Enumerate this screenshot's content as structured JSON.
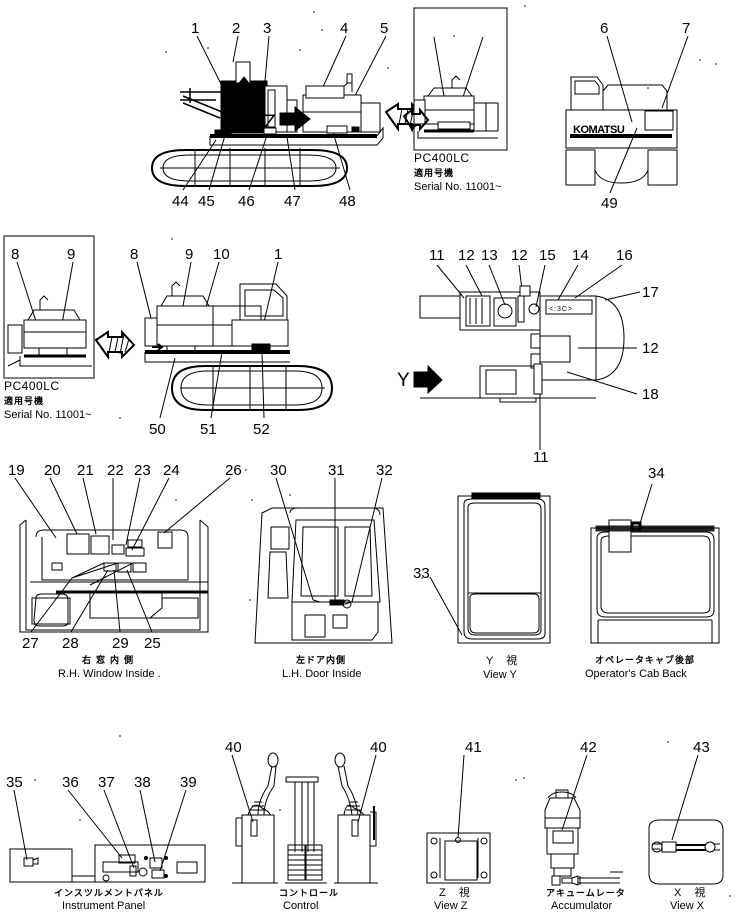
{
  "document": {
    "type": "parts-catalog-illustration",
    "machine_model": "PC400LC",
    "ink_color": "#000000",
    "paper_color": "#ffffff"
  },
  "inset_boxes": [
    {
      "id": "inset-top",
      "model": "PC400LC",
      "jp_label": "適用号機",
      "serial_label": "Serial No. 11001~",
      "callouts": [
        "4",
        "5"
      ]
    },
    {
      "id": "inset-mid",
      "model": "PC400LC",
      "jp_label": "適用号機",
      "serial_label": "Serial No. 11001~",
      "callouts": [
        "8",
        "9"
      ]
    }
  ],
  "panels": [
    {
      "id": "machine-side-view",
      "jp_caption": "",
      "en_caption": "",
      "view_markers": [
        "X",
        "Z"
      ],
      "callouts_top": [
        "1",
        "2",
        "3",
        "4",
        "5"
      ],
      "callouts_bottom": [
        "44",
        "45",
        "46",
        "47",
        "48"
      ]
    },
    {
      "id": "machine-front-view",
      "jp_caption": "",
      "en_caption": "",
      "brand_text": "KOMATSU",
      "callouts_top": [
        "6",
        "7"
      ],
      "callouts_bottom": [
        "49"
      ]
    },
    {
      "id": "machine-side-view-2",
      "jp_caption": "",
      "en_caption": "",
      "callouts_top": [
        "8",
        "9",
        "10",
        "1"
      ],
      "callouts_bottom": [
        "50",
        "51",
        "52"
      ]
    },
    {
      "id": "cab-interior-view-y",
      "jp_caption": "",
      "en_caption": "",
      "view_marker": "Y",
      "callouts_top": [
        "11",
        "12",
        "13",
        "12",
        "15",
        "14",
        "16"
      ],
      "callouts_right": [
        "17",
        "12",
        "18"
      ],
      "callouts_bottom": [
        "11"
      ]
    },
    {
      "id": "rh-window-inside",
      "jp_caption": "右窓内側",
      "en_caption": "R.H. Window Inside .",
      "callouts_top": [
        "19",
        "20",
        "21",
        "22",
        "23",
        "24",
        "26"
      ],
      "callouts_bottom": [
        "27",
        "28",
        "29",
        "25"
      ]
    },
    {
      "id": "lh-door-inside",
      "jp_caption": "左ドア内側",
      "en_caption": "L.H. Door Inside",
      "callouts_top": [
        "30",
        "31",
        "32"
      ]
    },
    {
      "id": "view-y",
      "jp_caption": "Y  視",
      "en_caption": "View Y",
      "callouts": [
        "33"
      ]
    },
    {
      "id": "operators-cab-back",
      "jp_caption": "オペレータキャブ後部",
      "en_caption": "Operator's Cab Back",
      "callouts": [
        "34"
      ]
    },
    {
      "id": "instrument-panel",
      "jp_caption": "インスツルメントパネル",
      "en_caption": "Instrument Panel",
      "callouts": [
        "35",
        "36",
        "37",
        "38",
        "39"
      ]
    },
    {
      "id": "control",
      "jp_caption": "コントロール",
      "en_caption": "Control",
      "callouts": [
        "40",
        "40"
      ]
    },
    {
      "id": "view-z",
      "jp_caption": "Z  視",
      "en_caption": "View Z",
      "callouts": [
        "41"
      ]
    },
    {
      "id": "accumulator",
      "jp_caption": "アキュームレータ",
      "en_caption": "Accumulator",
      "callouts": [
        "42"
      ]
    },
    {
      "id": "view-x",
      "jp_caption": "X  視",
      "en_caption": "View X",
      "callouts": [
        "43"
      ]
    }
  ],
  "callout_numbers": {
    "n1": "1",
    "n2": "2",
    "n3": "3",
    "n4": "4",
    "n5": "5",
    "n6": "6",
    "n7": "7",
    "n8": "8",
    "n9": "9",
    "n10": "10",
    "n11": "11",
    "n12": "12",
    "n13": "13",
    "n14": "14",
    "n15": "15",
    "n16": "16",
    "n17": "17",
    "n18": "18",
    "n19": "19",
    "n20": "20",
    "n21": "21",
    "n22": "22",
    "n23": "23",
    "n24": "24",
    "n25": "25",
    "n26": "26",
    "n27": "27",
    "n28": "28",
    "n29": "29",
    "n30": "30",
    "n31": "31",
    "n32": "32",
    "n33": "33",
    "n34": "34",
    "n35": "35",
    "n36": "36",
    "n37": "37",
    "n38": "38",
    "n39": "39",
    "n40": "40",
    "n41": "41",
    "n42": "42",
    "n43": "43",
    "n44": "44",
    "n45": "45",
    "n46": "46",
    "n47": "47",
    "n48": "48",
    "n49": "49",
    "n50": "50",
    "n51": "51",
    "n52": "52"
  },
  "markers": {
    "x_axis": "X",
    "y_axis": "Y",
    "z_axis": "Z",
    "brand": "KOMATSU"
  },
  "captions": {
    "rh_window_jp": "右窓内側",
    "rh_window_en": "R.H. Window Inside .",
    "lh_door_jp": "左ドア内側",
    "lh_door_en": "L.H. Door Inside",
    "view_y_jp": "Y  視",
    "view_y_en": "View Y",
    "cab_back_jp": "オペレータキャブ後部",
    "cab_back_en": "Operator's Cab Back",
    "instrument_jp": "インスツルメントパネル",
    "instrument_en": "Instrument Panel",
    "control_jp": "コントロール",
    "control_en": "Control",
    "view_z_jp": "Z  視",
    "view_z_en": "View Z",
    "accumulator_jp": "アキュームレータ",
    "accumulator_en": "Accumulator",
    "view_x_jp": "X  視",
    "view_x_en": "View X",
    "model_1": "PC400LC",
    "serial_jp_1": "適用号機",
    "serial_no_1": "Serial No. 11001~",
    "model_2": "PC400LC",
    "serial_jp_2": "適用号機",
    "serial_no_2": "Serial No. 11001~"
  }
}
